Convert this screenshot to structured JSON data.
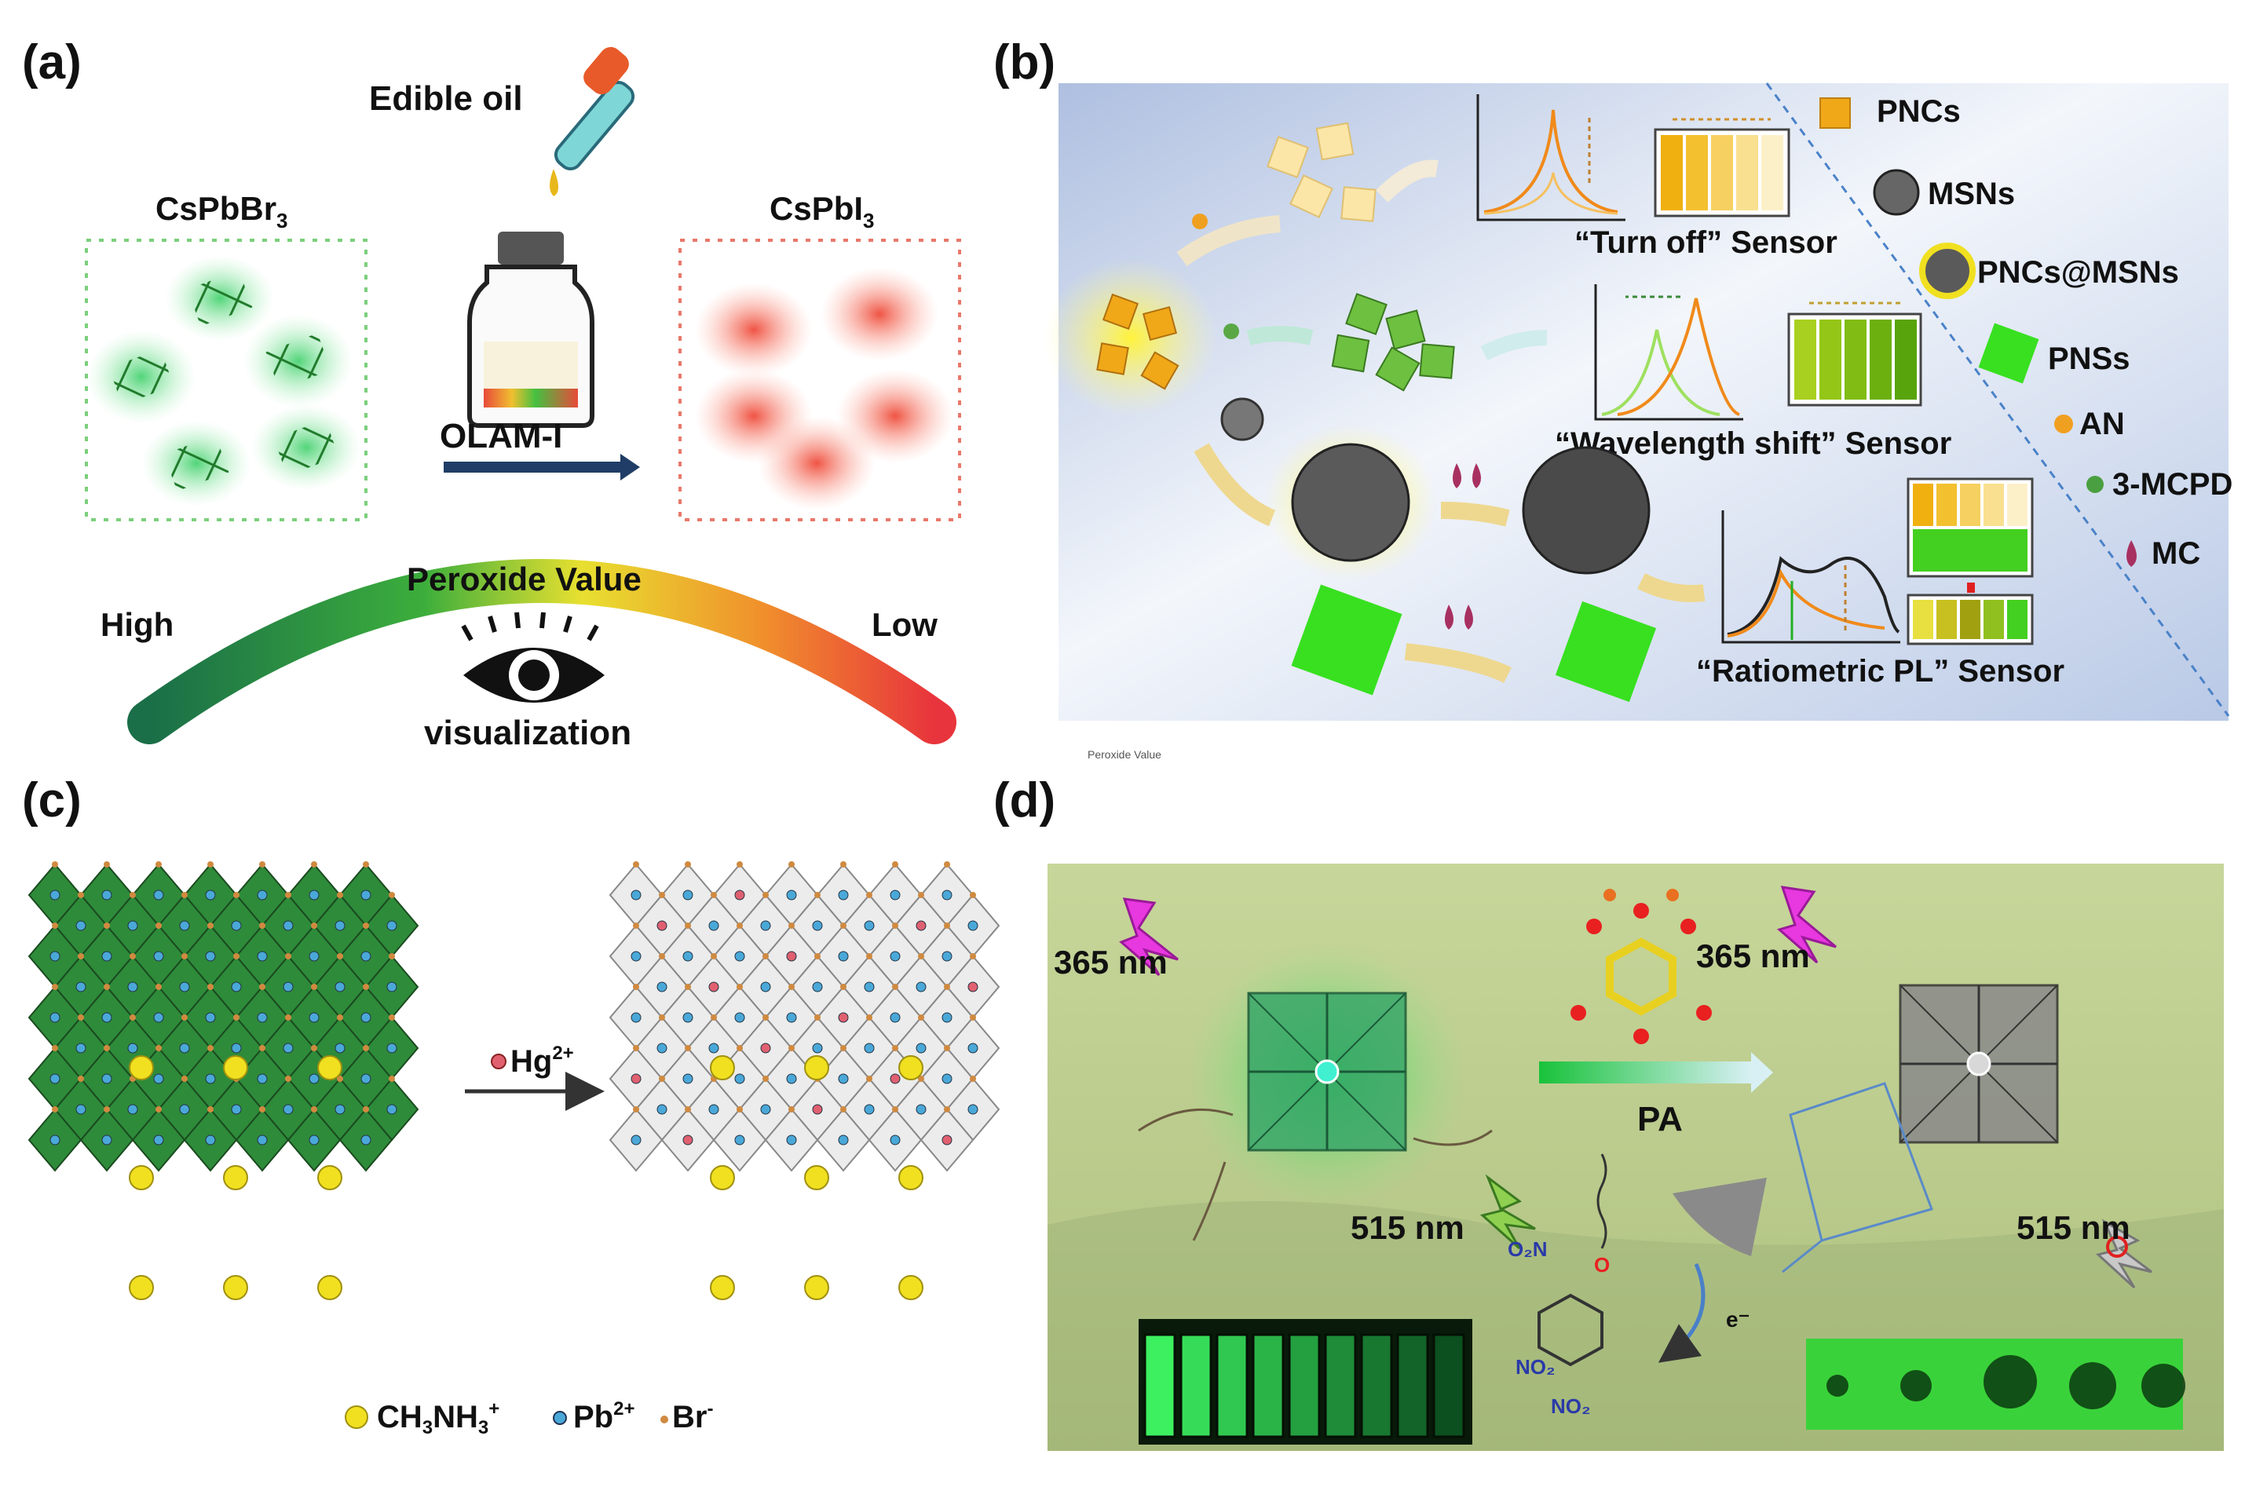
{
  "panels": {
    "a": {
      "letter": "(a)",
      "edible_oil": "Edible oil",
      "left_material": {
        "base": "CsPbBr",
        "sub": "3"
      },
      "right_material": {
        "base": "CsPbI",
        "sub": "3"
      },
      "reagent": "OLAM-I",
      "arc_title": "Peroxide Value",
      "high": "High",
      "low": "Low",
      "visualization": "visualization"
    },
    "b": {
      "letter": "(b)",
      "sensor_turn_off": "“Turn off” Sensor",
      "sensor_wavelength": "“Wavelength shift” Sensor",
      "sensor_ratiometric": "“Ratiometric PL” Sensor",
      "legend": [
        "PNCs",
        "MSNs",
        "PNCs@MSNs",
        "PNSs",
        "AN",
        "3-MCPD",
        "MC"
      ],
      "footnote": "Peroxide Value"
    },
    "c": {
      "letter": "(c)",
      "ion": {
        "base": "Hg",
        "sup": "2+"
      },
      "legend": [
        {
          "base": "CH",
          "sub1": "3",
          "mid": "NH",
          "sub2": "3",
          "sup": "+"
        },
        {
          "base": "Pb",
          "sup": "2+"
        },
        {
          "base": "Br",
          "sup": "-"
        }
      ]
    },
    "d": {
      "letter": "(d)",
      "excitation_left": "365 nm",
      "excitation_right": "365 nm",
      "emission_left": "515 nm",
      "emission_right": "515 nm",
      "analyte": "PA",
      "electron": "e⁻"
    }
  },
  "colors": {
    "perovskite_green": "#2e8b3a",
    "cspbi3_red": "#e5543c",
    "arc_high": "#1e7a4a",
    "arc_low": "#e8343c",
    "panel_b_bg": "#c9d6ec",
    "panel_d_bg": "#bccd8e"
  }
}
